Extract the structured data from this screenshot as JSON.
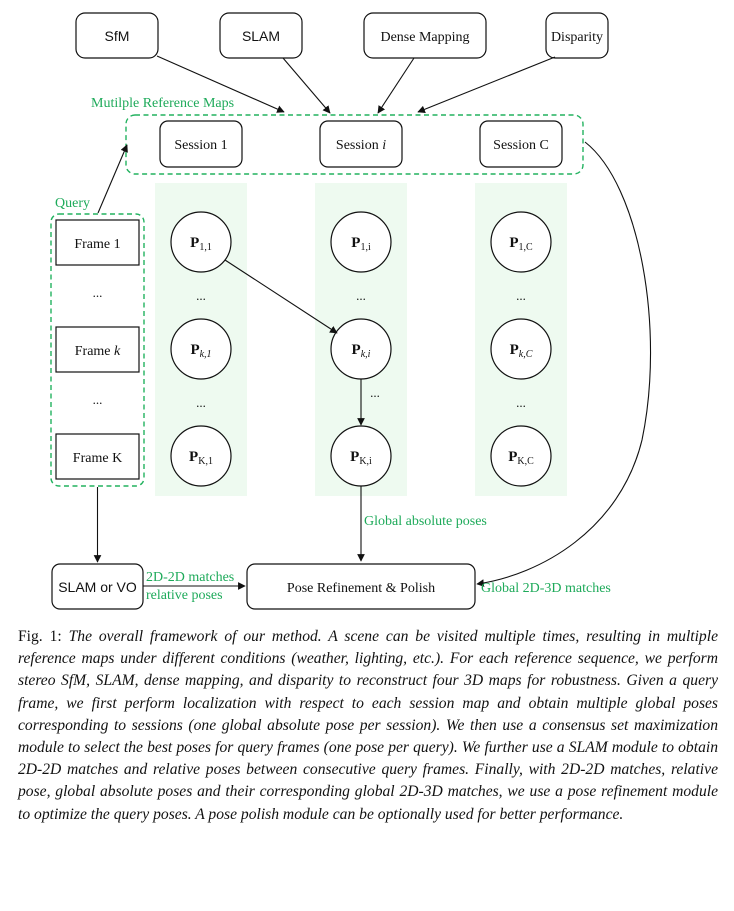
{
  "sources": [
    "SfM",
    "SLAM",
    "Dense Mapping",
    "Disparity"
  ],
  "reference_maps_label": "Mutilple Reference Maps",
  "sessions": [
    {
      "prefix": "Session ",
      "var": "1"
    },
    {
      "prefix": "Session ",
      "var": "i"
    },
    {
      "prefix": "Session ",
      "var": "C"
    }
  ],
  "query_label": "Query",
  "frames": [
    {
      "prefix": "Frame ",
      "var": "1"
    },
    {
      "prefix": "Frame ",
      "var": "k"
    },
    {
      "prefix": "Frame ",
      "var": "K"
    }
  ],
  "ellipsis": "...",
  "pose_symbol": "P",
  "poses": [
    [
      "1,1",
      "1,i",
      "1,C"
    ],
    [
      "k,1",
      "k,i",
      "k,C"
    ],
    [
      "K,1",
      "K,i",
      "K,C"
    ]
  ],
  "slam_vo": "SLAM or VO",
  "match_2d2d": "2D-2D matches",
  "relative_poses": "relative poses",
  "refinement": "Pose Refinement & Polish",
  "global_abs_poses": "Global absolute poses",
  "global_2d3d": "Global 2D-3D matches",
  "caption": {
    "label": "Fig. 1:",
    "text": "The overall framework of our method. A scene can be visited multiple times, resulting in multiple reference maps under different conditions (weather, lighting, etc.). For each reference sequence, we perform stereo SfM, SLAM, dense mapping, and disparity to reconstruct four 3D maps for robustness. Given a query frame, we first perform localization with respect to each session map and obtain multiple global poses corresponding to sessions (one global absolute pose per session). We then use a consensus set maximization module to select the best poses for query frames (one pose per query). We further use a SLAM module to obtain 2D-2D matches and relative poses between consecutive query frames. Finally, with 2D-2D matches, relative pose, global absolute poses and their corresponding global 2D-3D matches, we use a pose refinement module to optimize the query poses. A pose polish module can be optionally used for better performance."
  }
}
